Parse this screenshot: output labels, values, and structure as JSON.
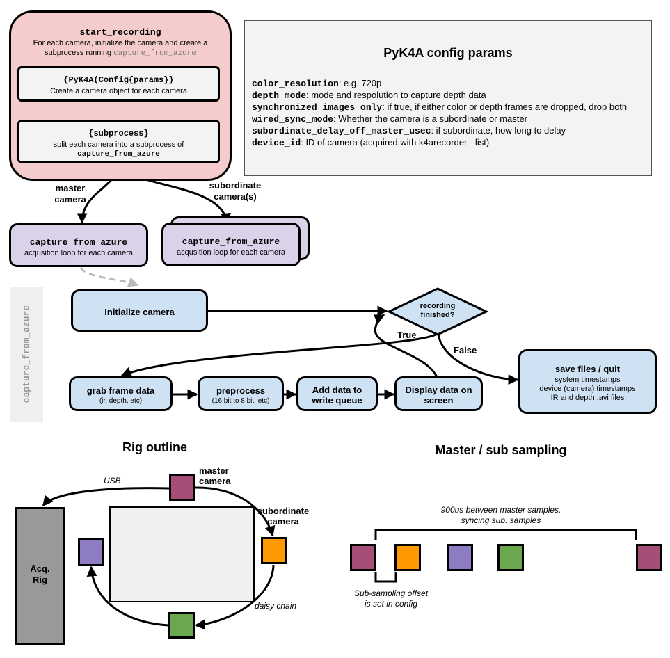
{
  "start_recording": {
    "title": "start_recording",
    "desc1": "For each camera, initialize the camera and create a",
    "desc2_prefix": "subprocess running ",
    "desc2_code": "capture_from_azure",
    "pyk4a": {
      "title": "{PyK4A(Config{params}}",
      "desc": "Create a camera object for each camera"
    },
    "subprocess": {
      "title": "{subprocess}",
      "desc": "split each camera into a subprocess of",
      "code": "capture_from_azure"
    }
  },
  "config": {
    "title": "PyK4A config params",
    "params": [
      {
        "name": "color_resolution",
        "desc": ": e.g. 720p"
      },
      {
        "name": "depth_mode",
        "desc": ": mode and respolution to capture depth data"
      },
      {
        "name": "synchronized_images_only",
        "desc": ": if true, if either color or depth frames are dropped, drop both"
      },
      {
        "name": "wired_sync_mode",
        "desc": ": Whether the camera is a subordinate or master"
      },
      {
        "name": "subordinate_delay_off_master_usec",
        "desc": ": if subordinate, how long to delay"
      },
      {
        "name": "device_id",
        "desc": ": ID of camera (acquired with k4arecorder - list)"
      }
    ]
  },
  "labels": {
    "master_camera_1": "master",
    "master_camera_2": "camera",
    "subordinate_camera_1": "subordinate",
    "subordinate_camera_2": "camera(s)"
  },
  "capture_master": {
    "title": "capture_from_azure",
    "desc": "acqusition loop for each camera"
  },
  "capture_sub": {
    "title": "capture_from_azure",
    "desc": "acqusition loop for each camera"
  },
  "side_label": "capture_from_azure",
  "loop": {
    "init": "Initialize camera",
    "decision_1": "recording",
    "decision_2": "finished?",
    "true_label": "True",
    "false_label": "False",
    "grab": {
      "title": "grab frame data",
      "desc": "(ir, depth, etc)"
    },
    "preprocess": {
      "title": "preprocess",
      "desc": "(16 bit to 8 bit, etc)"
    },
    "queue": {
      "title1": "Add data to",
      "title2": "write queue"
    },
    "display": {
      "title1": "Display data on",
      "title2": "screen"
    },
    "save": {
      "title": "save files / quit",
      "lines": [
        "system timestamps",
        "device (camera) timestamps",
        "IR and depth .avi files"
      ]
    }
  },
  "rig": {
    "title": "Rig outline",
    "usb": "USB",
    "acq_1": "Acq.",
    "acq_2": "Rig",
    "master_1": "master",
    "master_2": "camera",
    "sub_1": "subordinate",
    "sub_2": "camera",
    "daisy": "daisy chain"
  },
  "sampling": {
    "title": "Master / sub sampling",
    "between_1": "900us between master samples,",
    "between_2": "syncing sub. samples",
    "offset_1": "Sub-sampling offset",
    "offset_2": "is set in config"
  },
  "colors": {
    "master": "#a64d79",
    "orange": "#ff9900",
    "purple": "#8e7cc3",
    "green": "#6aa84f",
    "gray": "#999999"
  }
}
